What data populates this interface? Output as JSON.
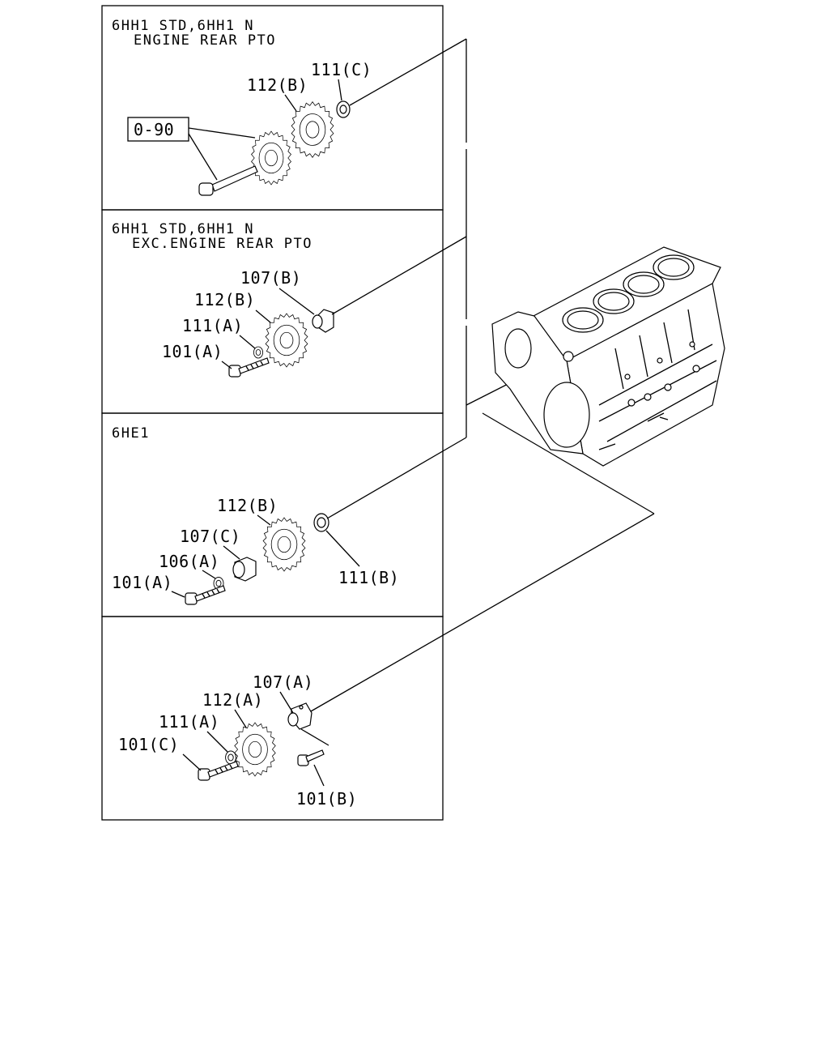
{
  "panels": [
    {
      "header_line1": "6HH1 STD,6HH1 N",
      "header_line2": "ENGINE REAR PTO",
      "ref_box": "0-90",
      "labels": {
        "gear": "112(B)",
        "washer": "111(C)"
      }
    },
    {
      "header_line1": "6HH1 STD,6HH1 N",
      "header_line2": "EXC.ENGINE REAR PTO",
      "labels": {
        "shaft": "107(B)",
        "gear": "112(B)",
        "washer": "111(A)",
        "bolt": "101(A)"
      }
    },
    {
      "header_line1": "6HE1",
      "labels": {
        "gear": "112(B)",
        "shaft": "107(C)",
        "washer": "106(A)",
        "bolt": "101(A)",
        "washer_b": "111(B)"
      }
    },
    {
      "labels": {
        "shaft": "107(A)",
        "gear": "112(A)",
        "washer": "111(A)",
        "bolt_c": "101(C)",
        "bolt_b": "101(B)"
      }
    }
  ]
}
